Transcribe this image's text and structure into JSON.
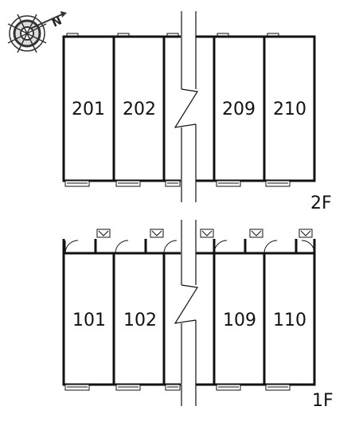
{
  "compass": {
    "icon": "compass-rose-icon",
    "north_label": "N"
  },
  "floors": [
    {
      "id": "2F",
      "label": "2F",
      "units": [
        "201",
        "202",
        "209",
        "210"
      ]
    },
    {
      "id": "1F",
      "label": "1F",
      "units": [
        "101",
        "102",
        "109",
        "110"
      ]
    }
  ],
  "colors": {
    "wall": "#111111",
    "fill": "#ffffff"
  }
}
